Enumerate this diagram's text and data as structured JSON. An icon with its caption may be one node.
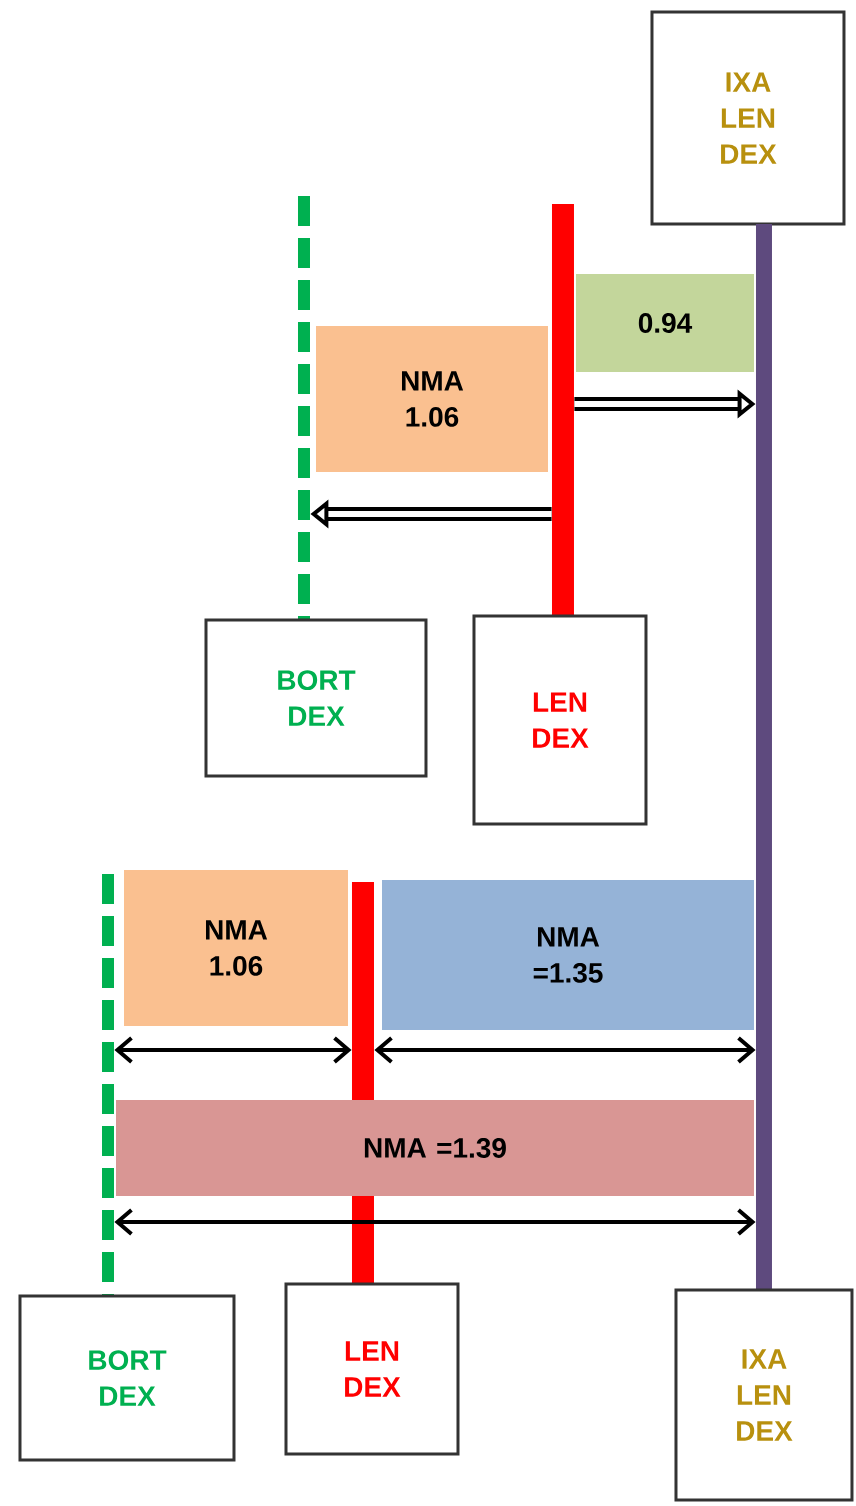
{
  "diagram": {
    "nodes": [
      {
        "text": [
          "IXA LEN DEX"
        ]
      },
      {
        "text": [],
        "shape": "bar"
      },
      {
        "text": [],
        "shape": "bar"
      },
      {
        "text": [],
        "shape": "bar"
      },
      {
        "text": [
          "0.94"
        ]
      },
      {
        "text": [
          "NMA 1.06"
        ]
      },
      {
        "text": [
          "BORT DEX"
        ]
      },
      {
        "text": [
          "LEN DEX"
        ]
      },
      {
        "text": [],
        "shape": "bar"
      },
      {
        "text": [],
        "shape": "bar"
      },
      {
        "text": [
          "NMA 1.06"
        ]
      },
      {
        "text": [
          "NMA =1.35"
        ]
      },
      {
        "text": [
          "NMA =1.39"
        ]
      },
      {
        "text": [
          "BORT DEX"
        ]
      },
      {
        "text": [
          "LEN DEX"
        ]
      },
      {
        "text": [
          "IXA LEN DEX"
        ]
      }
    ],
    "edges": [
      {
        "from": 3,
        "to": 1,
        "arrow": "to",
        "style": "thick"
      },
      {
        "from": 3,
        "to": 2,
        "arrow": "to",
        "style": "thick"
      },
      {
        "from": 9,
        "to": 8,
        "arrow": "both"
      },
      {
        "from": 9,
        "to": 1,
        "arrow": "both"
      },
      {
        "from": 8,
        "to": 1,
        "arrow": "both"
      }
    ]
  }
}
